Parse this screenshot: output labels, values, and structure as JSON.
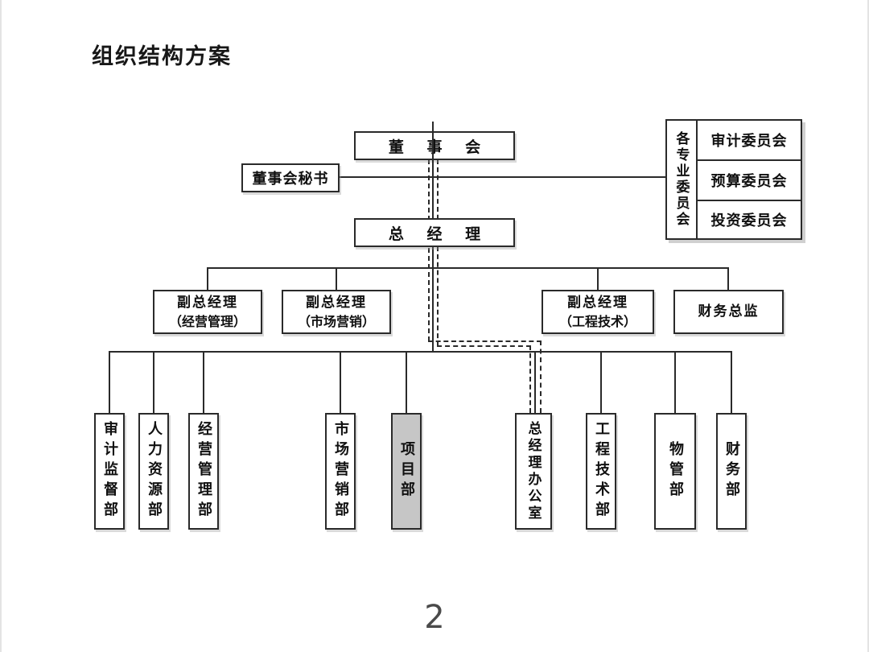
{
  "page": {
    "title": "组织结构方案",
    "page_number": "2"
  },
  "colors": {
    "background": "#ffffff",
    "line": "#2a2a2a",
    "box_border": "#2a2a2a",
    "box_fill": "#ffffff",
    "highlight_fill": "#c6c6c6",
    "page_number_color": "#4a4a4a"
  },
  "chart": {
    "board": {
      "label": "董 事 会"
    },
    "secretary": {
      "label": "董事会秘书"
    },
    "committees_label": "各专业委员会",
    "committees": [
      {
        "label": "审计委员会"
      },
      {
        "label": "预算委员会"
      },
      {
        "label": "投资委员会"
      }
    ],
    "gm": {
      "label": "总 经 理"
    },
    "managers": [
      {
        "line1": "副总经理",
        "line2": "（经营管理）"
      },
      {
        "line1": "副总经理",
        "line2": "（市场营销）"
      },
      {
        "line1": "副总经理",
        "line2": "（工程技术）"
      },
      {
        "line1": "财务总监",
        "line2": ""
      }
    ],
    "departments": [
      {
        "label": "审计监督部",
        "highlighted": false
      },
      {
        "label": "人力资源部",
        "highlighted": false
      },
      {
        "label": "经营管理部",
        "highlighted": false
      },
      {
        "label": "市场营销部",
        "highlighted": false
      },
      {
        "label": "项目部",
        "highlighted": true
      },
      {
        "label": "总经理办公室",
        "highlighted": false
      },
      {
        "label": "工程技术部",
        "highlighted": false
      },
      {
        "label": "物管部",
        "highlighted": false
      },
      {
        "label": "财务部",
        "highlighted": false
      }
    ]
  }
}
